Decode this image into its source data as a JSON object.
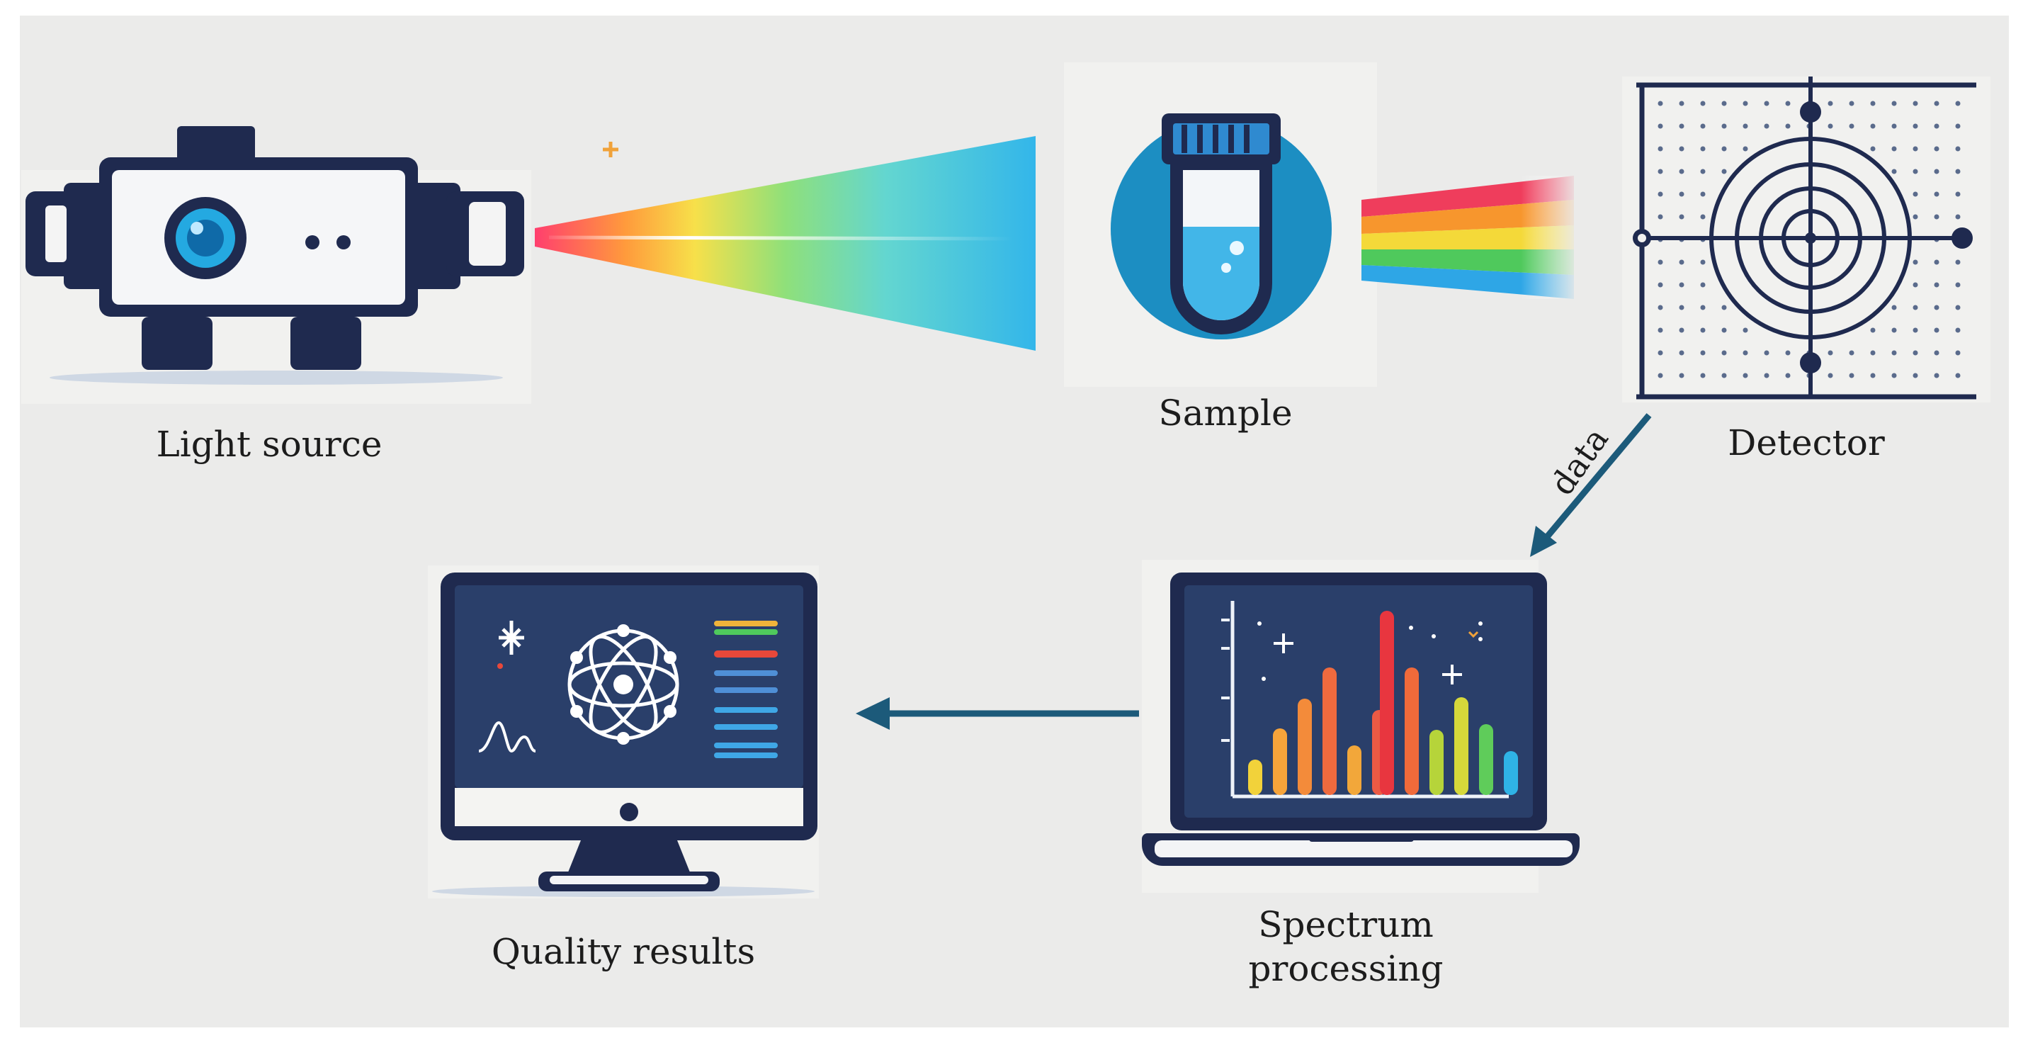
{
  "nodes": {
    "light_source": {
      "label": "Light source"
    },
    "sample": {
      "label": "Sample"
    },
    "detector": {
      "label": "Detector"
    },
    "spectrum_processing": {
      "label_line1": "Spectrum",
      "label_line2": "processing"
    },
    "quality_results": {
      "label": "Quality results"
    }
  },
  "edges": {
    "detector_to_processing": {
      "label": "data"
    }
  },
  "colors": {
    "background": "#ebebea",
    "navy": "#1f2a4f",
    "accent_blue": "#24a9e1",
    "arrow": "#1c5a7a",
    "screen": "#2a3f6a"
  }
}
